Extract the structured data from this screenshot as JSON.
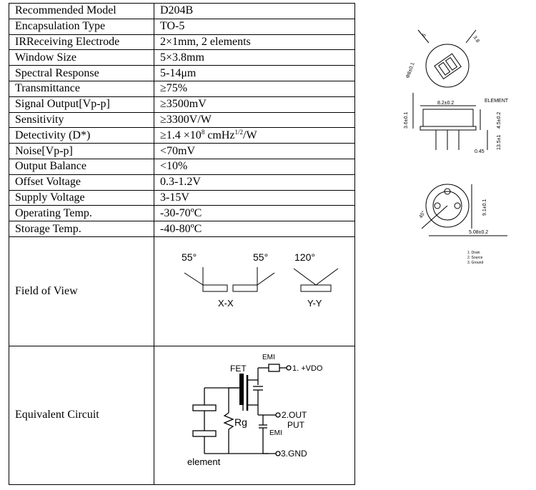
{
  "spec_rows": [
    {
      "label": "Recommended Model",
      "value": "D204B"
    },
    {
      "label": "Encapsulation Type",
      "value": "TO-5"
    },
    {
      "label": "IRReceiving Electrode",
      "value": "2×1mm, 2 elements"
    },
    {
      "label": "Window Size",
      "value": "5×3.8mm"
    },
    {
      "label": "Spectral Response",
      "value": "5-14μm"
    },
    {
      "label": "Transmittance",
      "value": "≥75%"
    },
    {
      "label": "Signal Output[Vp-p]",
      "value": "≥3500mV"
    },
    {
      "label": "Sensitivity",
      "value": "≥3300V/W"
    },
    {
      "label": "Detectivity (D*)",
      "value_prefix": "≥1.4 ×10",
      "value_exp": "8",
      "value_mid": " cmHz",
      "value_exp2": "1/2",
      "value_suffix": "/W"
    },
    {
      "label": "Noise[Vp-p]",
      "value": "<70mV"
    },
    {
      "label": "Output Balance",
      "value": "<10%"
    },
    {
      "label": "Offset Voltage",
      "value": "0.3-1.2V"
    },
    {
      "label": "Supply Voltage",
      "value": "3-15V"
    },
    {
      "label": "Operating Temp.",
      "value": "-30-70ºC"
    },
    {
      "label": "Storage Temp.",
      "value": "-40-80ºC"
    }
  ],
  "field_of_view": {
    "label": "Field of View",
    "angle_left": "55°",
    "angle_right": "55°",
    "angle_yy": "120°",
    "axis_xx": "X-X",
    "axis_yy": "Y-Y"
  },
  "equivalent_circuit": {
    "label": "Equivalent Circuit",
    "fet": "FET",
    "emi_top": "EMI",
    "emi_bottom": "EMI",
    "vdd": "1. +VDO",
    "out": "2.OUT",
    "put": "PUT",
    "gnd": "3.GND",
    "rg": "Rg",
    "element": "element"
  },
  "dimension_drawing": {
    "dim_5": "5",
    "dim_38": "3.8",
    "dim_diam": "Φ8±0.1",
    "dim_36": "3.6±0.1",
    "element": "ELEMENT",
    "dim_82": "8.2±0.2",
    "dim_45": "4.5±0.2",
    "dim_135": "13.5±1",
    "dim_045": "0.45",
    "dim_45deg": "45°",
    "dim_91": "9.1±0.1",
    "dim_508": "5.08±0.2",
    "legend_1": "1. Drain",
    "legend_2": "2. Source",
    "legend_3": "3. Ground"
  }
}
